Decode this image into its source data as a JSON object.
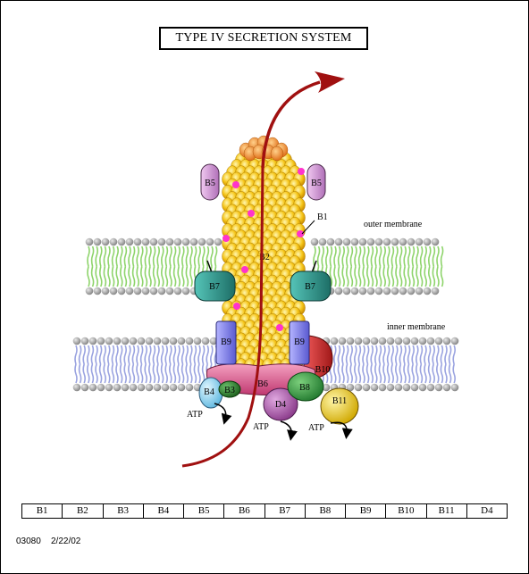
{
  "title": "TYPE IV SECRETION SYSTEM",
  "membranes": {
    "outer": "outer membrane",
    "inner": "inner membrane"
  },
  "proteins": {
    "b5_left": "B5",
    "b5_right": "B5",
    "b1": "B1",
    "b2": "B2",
    "b7_left": "B7",
    "b7_right": "B7",
    "b9_left": "B9",
    "b9_right": "B9",
    "b10": "B10",
    "b6": "B6",
    "b4": "B4",
    "b3": "B3",
    "b8": "B8",
    "d4": "D4",
    "b11": "B11"
  },
  "atp_labels": [
    "ATP",
    "ATP",
    "ATP"
  ],
  "legend": [
    "B1",
    "B2",
    "B3",
    "B4",
    "B5",
    "B6",
    "B7",
    "B8",
    "B9",
    "B10",
    "B11",
    "D4"
  ],
  "footer": {
    "id": "03080",
    "date": "2/22/02"
  },
  "colors": {
    "pilus": "#f5c518",
    "pilus_tip": "#f08a1e",
    "outer_tails": "#8ed46b",
    "inner_tails": "#9aa3e0",
    "lipid_head": "#9e9e9e",
    "b5": "#d9a0d9",
    "b7": "#2e9a8f",
    "b9": "#8080e8",
    "b10": "#d42f2f",
    "b6": "#e0608a",
    "b4": "#8fd3f0",
    "b3": "#2d8a2d",
    "b8": "#3aa04a",
    "d4": "#b060b0",
    "b11": "#f0d030",
    "arrow": "#a01010",
    "dots": "#ff33cc"
  }
}
